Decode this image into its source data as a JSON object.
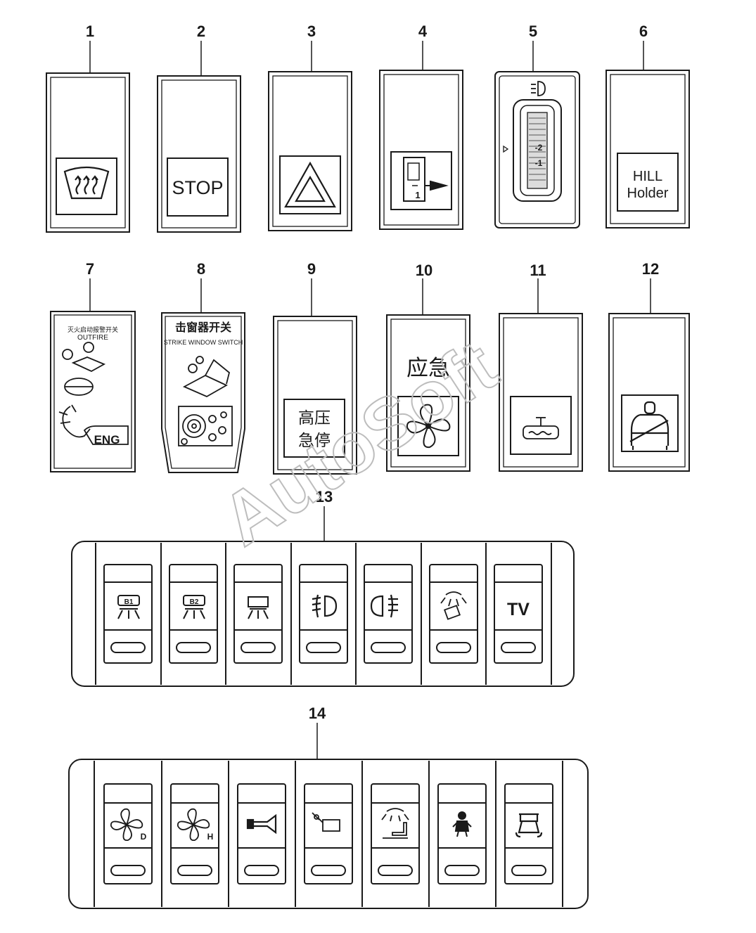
{
  "callouts": [
    "1",
    "2",
    "3",
    "4",
    "5",
    "6",
    "7",
    "8",
    "9",
    "10",
    "11",
    "12",
    "13",
    "14"
  ],
  "labels": {
    "stop": "STOP",
    "hill_line1": "HILL",
    "hill_line2": "Holder",
    "level_1": "1",
    "scale_minus2": "-2",
    "scale_minus1": "-1",
    "outfire_cn": "灭火启动报警开关",
    "outfire_en": "OUTFIRE",
    "eng": "ENG",
    "strike_cn": "击窗器开关",
    "strike_en": "STRIKE WINDOW SWITCH",
    "hv_line1": "高压",
    "hv_line2": "急停",
    "emergency": "应急",
    "b1": "B1",
    "b2": "B2",
    "tv": "TV",
    "fan_d": "D",
    "fan_h": "H"
  },
  "watermark": "AutoSoft",
  "icons": {
    "row1": [
      "windshield-defrost-icon",
      "stop-label",
      "hazard-triangle-icon",
      "door-level-icon",
      "headlight-level-wheel",
      "hill-holder-label"
    ],
    "row2": [
      "outfire-label",
      "strike-window-label",
      "high-voltage-stop-label",
      "emergency-fan-icon",
      "heater-icon",
      "seatbelt-icon"
    ],
    "panel13": [
      "light-b1-icon",
      "light-b2-icon",
      "interior-light-icon",
      "front-fog-icon",
      "rear-fog-icon",
      "reading-light-icon",
      "tv-label"
    ],
    "panel14": [
      "fan-d-icon",
      "fan-h-icon",
      "horn-icon",
      "camera-icon",
      "seat-light-icon",
      "child-icon",
      "seat-icon"
    ]
  }
}
